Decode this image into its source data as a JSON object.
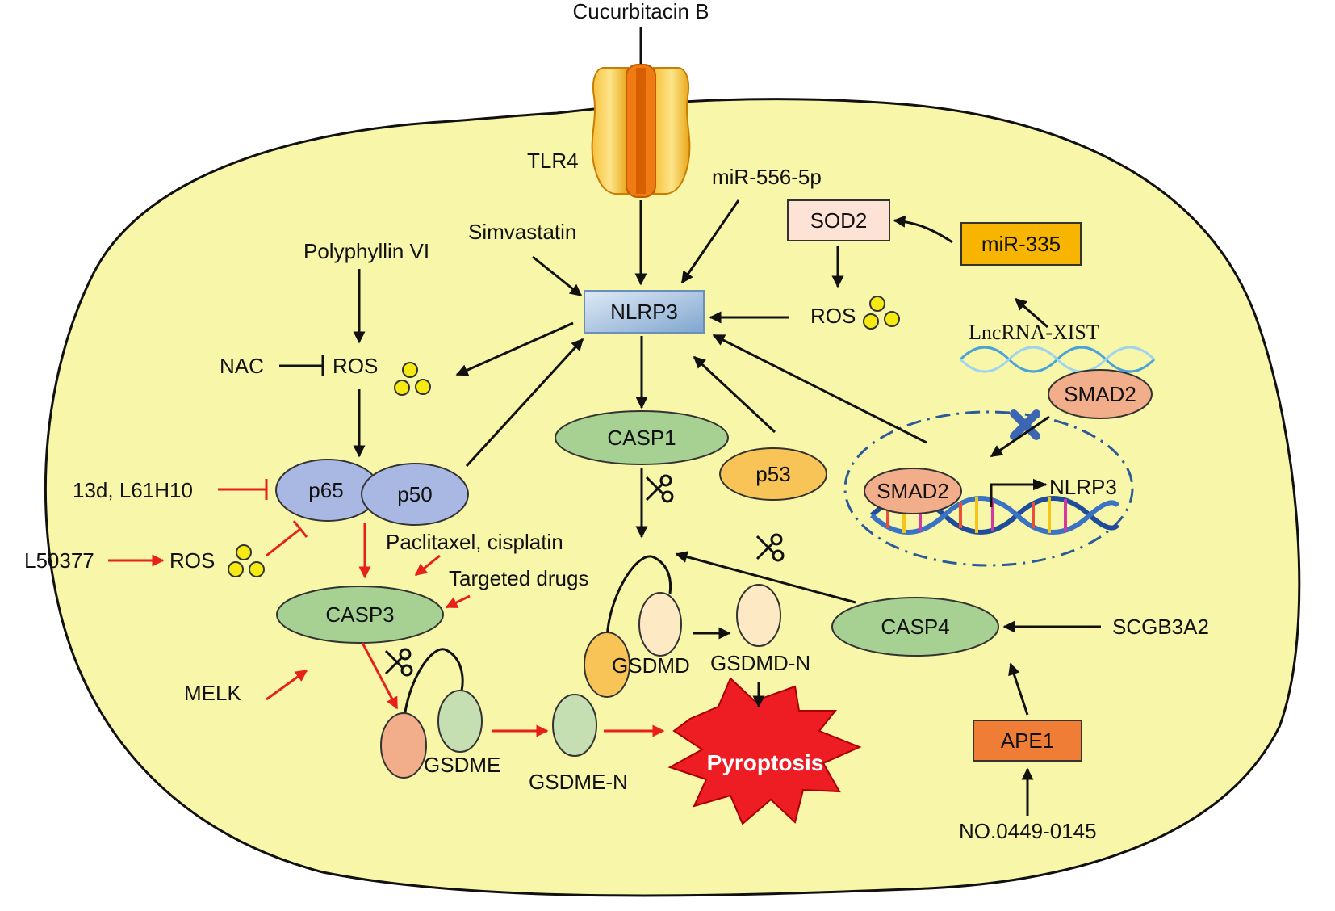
{
  "labels": {
    "cucurbitacin": "Cucurbitacin B",
    "tlr4": "TLR4",
    "mir556": "miR-556-5p",
    "simvastatin": "Simvastatin",
    "polyphyllin": "Polyphyllin VI",
    "nlrp3": "NLRP3",
    "sod2": "SOD2",
    "mir335": "miR-335",
    "ros_right": "ROS",
    "lncrna": "LncRNA-XIST",
    "nac": "NAC",
    "ros_left": "ROS",
    "casp1": "CASP1",
    "p53": "p53",
    "smad2_outer": "SMAD2",
    "smad2_inner": "SMAD2",
    "nlrp3_gene": "NLRP3",
    "inhibitor_13d": "13d, L61H10",
    "p65": "p65",
    "p50": "p50",
    "l50377": "L50377",
    "ros_bottom": "ROS",
    "paclitaxel": "Paclitaxel, cisplatin",
    "targeted": "Targeted drugs",
    "casp3": "CASP3",
    "casp4": "CASP4",
    "scgb3a2": "SCGB3A2",
    "melk": "MELK",
    "gsdmd": "GSDMD",
    "gsdmd_n": "GSDMD-N",
    "gsdme": "GSDME",
    "gsdme_n": "GSDME-N",
    "pyroptosis": "Pyroptosis",
    "ape1": "APE1",
    "no0449": "NO.0449-0145"
  },
  "colors": {
    "cell_fill": "#f8f6a8",
    "activation_arrow": "#111111",
    "red_arrow": "#e8201a",
    "nlrp3_box": "#b4cce4",
    "sod2_box": "#fde3d6",
    "mir335_box": "#f7b500",
    "ape1_box": "#ef7d35",
    "casp_green": "#a6d192",
    "p65_p50_blue": "#a9b7e3",
    "p53_orange": "#f8c457",
    "smad2_salmon": "#f2ad8b",
    "pyroptosis_red": "#ee1c23"
  }
}
